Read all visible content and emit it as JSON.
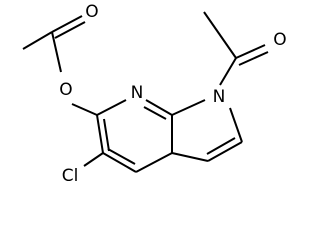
{
  "structure": {
    "atoms": {
      "o_carbonyl_left": "O",
      "o_ester": "O",
      "n_pyridine": "N",
      "n_pyrrole": "N",
      "o_carbonyl_right": "O",
      "cl": "Cl"
    },
    "colors": {
      "bond": "#000000",
      "label": "#000000",
      "background": "#ffffff"
    }
  }
}
